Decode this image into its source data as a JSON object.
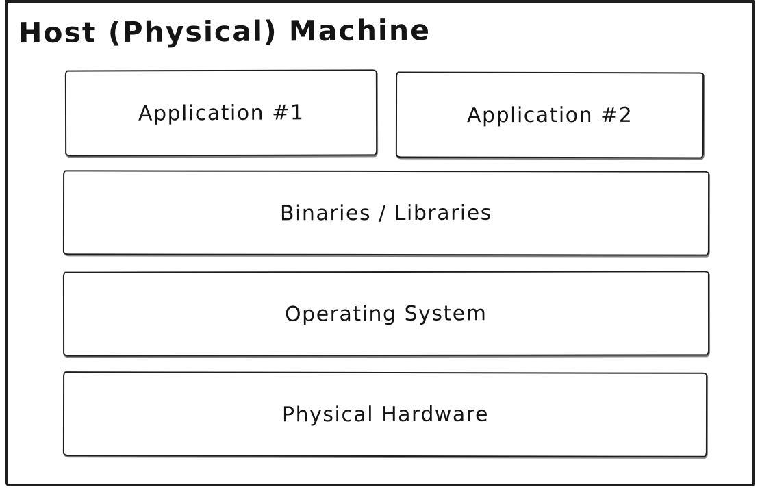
{
  "diagram": {
    "title": "Host (Physical) Machine",
    "boxes": [
      {
        "label": "Application #1"
      },
      {
        "label": "Application #2"
      },
      {
        "label": "Binaries / Libraries"
      },
      {
        "label": "Operating System"
      },
      {
        "label": "Physical Hardware"
      }
    ],
    "colors": {
      "stroke": "#1e1e1e",
      "box_fill": "#ffffff",
      "background": "#ffffff",
      "text": "#141414"
    }
  }
}
